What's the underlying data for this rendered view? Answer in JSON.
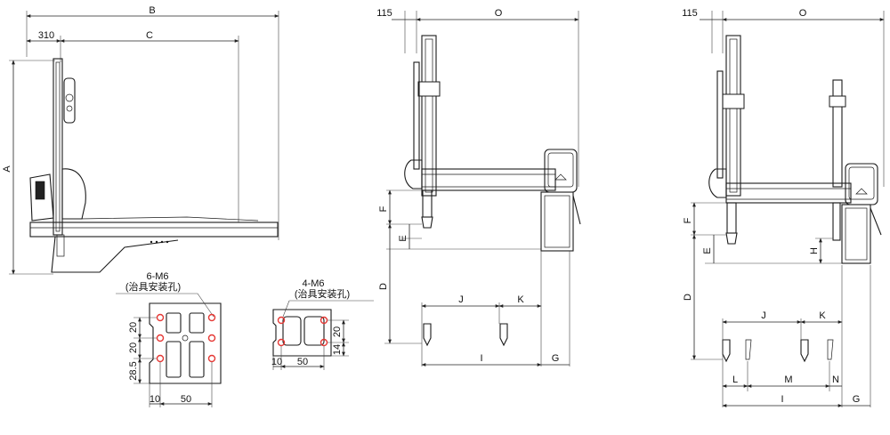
{
  "dims": {
    "left": {
      "B": "B",
      "C": "C",
      "d310": "310",
      "A": "A"
    },
    "mid": {
      "d115": "115",
      "O": "O",
      "F": "F",
      "E": "E",
      "D": "D",
      "J": "J",
      "K": "K",
      "I": "I",
      "G": "G"
    },
    "right": {
      "d115": "115",
      "O": "O",
      "F": "F",
      "E": "E",
      "H": "H",
      "D": "D",
      "J": "J",
      "K": "K",
      "L": "L",
      "M": "M",
      "N": "N",
      "I": "I",
      "G": "G"
    }
  },
  "plate1": {
    "note1": "6-M6",
    "note2": "(治具安装孔)",
    "v1": "20",
    "v2": "20",
    "v3": "28.5",
    "h1": "10",
    "h2": "50"
  },
  "plate2": {
    "note1": "4-M6",
    "note2": "(治具安装孔)",
    "v1": "20",
    "v2": "14",
    "h1": "10",
    "h2": "50"
  },
  "colors": {
    "line": "#1a1a1a",
    "hole": "#e53935",
    "background": "#ffffff"
  }
}
